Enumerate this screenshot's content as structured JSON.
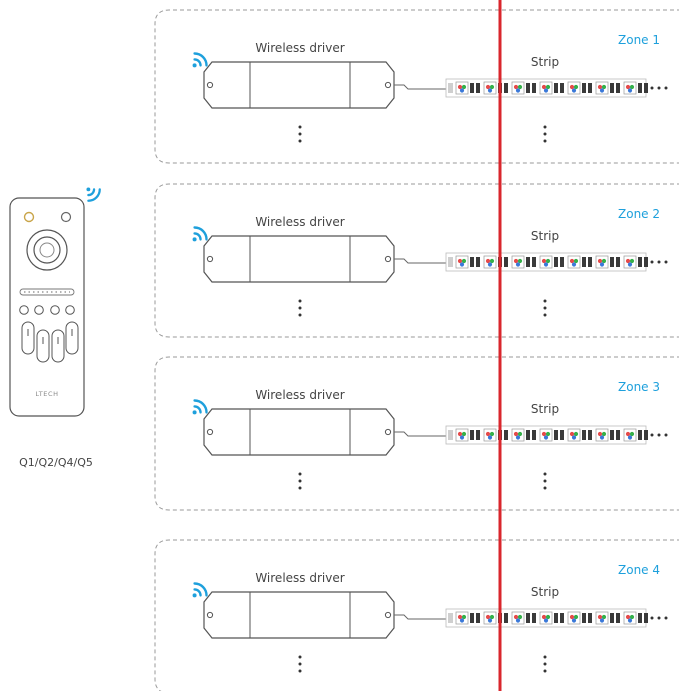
{
  "remote": {
    "brand": "LTECH",
    "model_label": "Q1/Q2/Q4/Q5"
  },
  "zones": [
    {
      "zone_label": "Zone 1",
      "driver_label": "Wireless driver",
      "strip_label": "Strip"
    },
    {
      "zone_label": "Zone 2",
      "driver_label": "Wireless driver",
      "strip_label": "Strip"
    },
    {
      "zone_label": "Zone 3",
      "driver_label": "Wireless driver",
      "strip_label": "Strip"
    },
    {
      "zone_label": "Zone 4",
      "driver_label": "Wireless driver",
      "strip_label": "Strip"
    }
  ],
  "colors": {
    "accent_blue": "#1ea0dc",
    "divider_red": "#d9262c",
    "line_gray": "#666666",
    "dash_gray": "#9a9a9a"
  }
}
